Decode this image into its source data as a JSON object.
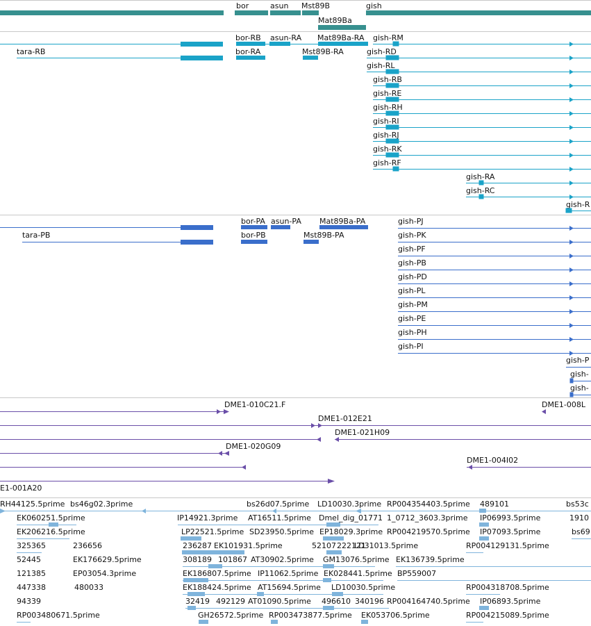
{
  "colors": {
    "gene": "#37908f",
    "transcript_rna": "#1aa3c8",
    "transcript_protein": "#3a6ecb",
    "clone": "#6a4ea8",
    "est": "#7fb4dc"
  },
  "gene_track": {
    "labels": [
      "bor",
      "asun",
      "Mst89B",
      "gish",
      "Mat89Ba"
    ]
  },
  "rna_track": {
    "labels": [
      "bor-RB",
      "asun-RA",
      "Mat89Ba-RA",
      "gish-RM",
      "tara-RB",
      "bor-RA",
      "Mst89B-RA",
      "gish-RD",
      "gish-RL",
      "gish-RB",
      "gish-RE",
      "gish-RH",
      "gish-RI",
      "gish-RJ",
      "gish-RK",
      "gish-RF",
      "gish-RA",
      "gish-RC",
      "gish-R"
    ]
  },
  "protein_track": {
    "labels": [
      "bor-PA",
      "asun-PA",
      "Mat89Ba-PA",
      "gish-PJ",
      "tara-PB",
      "bor-PB",
      "Mst89B-PA",
      "gish-PK",
      "gish-PF",
      "gish-PB",
      "gish-PD",
      "gish-PL",
      "gish-PM",
      "gish-PE",
      "gish-PH",
      "gish-PI",
      "gish-P",
      "gish-",
      "gish-"
    ]
  },
  "clone_track": {
    "labels": [
      "DME1-010C21.F",
      "DME1-008L",
      "DME1-012E21",
      "DME1-021H09",
      "DME1-020G09",
      "DME1-004I02",
      "E1-001A20"
    ]
  },
  "est_track": {
    "labels": [
      "RH44125.5prime",
      "bs46g02.3prime",
      "bs26d07.5prime",
      "LD10030.3prime",
      "RP004354403.5prime",
      "489101",
      "bs53c",
      "EK060251.5prime",
      "IP14921.3prime",
      "AT16511.5prime",
      "Dmel_dig_01771",
      "1_0712_3603.3prime",
      "IP06993.5prime",
      "1910",
      "EK206216.5prime",
      "LP22521.5prime",
      "SD23950.5prime",
      "EP18029.3prime",
      "RP004219570.5prime",
      "IP07093.5prime",
      "bs69",
      "325365",
      "236656",
      "236287",
      "EK101931.5prime",
      "52107",
      "222121",
      "LD31013.5prime",
      "52445",
      "EK176629.5prime",
      "RP004129131.5prime",
      "308189",
      "101867",
      "AT30902.5prime",
      "GM13076.5prime",
      "EK136739.5prime",
      "121385",
      "EP03054.3prime",
      "EK186807.5prime",
      "IP11062.5prime",
      "EK028441.5prime",
      "BP559007",
      "447338",
      "480033",
      "EK188424.5prime",
      "AT15694.5prime",
      "LD10030.5prime",
      "RP004318708.5prime",
      "32419",
      "492129",
      "AT01090.5prime",
      "496610",
      "340196",
      "RP004164740.5prime",
      "IP06893.5prime",
      "94339",
      "RP003480671.5prime",
      "GH26572.5prime",
      "RP003473877.5prime",
      "EK053706.5prime",
      "RP004215089.5prime"
    ]
  }
}
